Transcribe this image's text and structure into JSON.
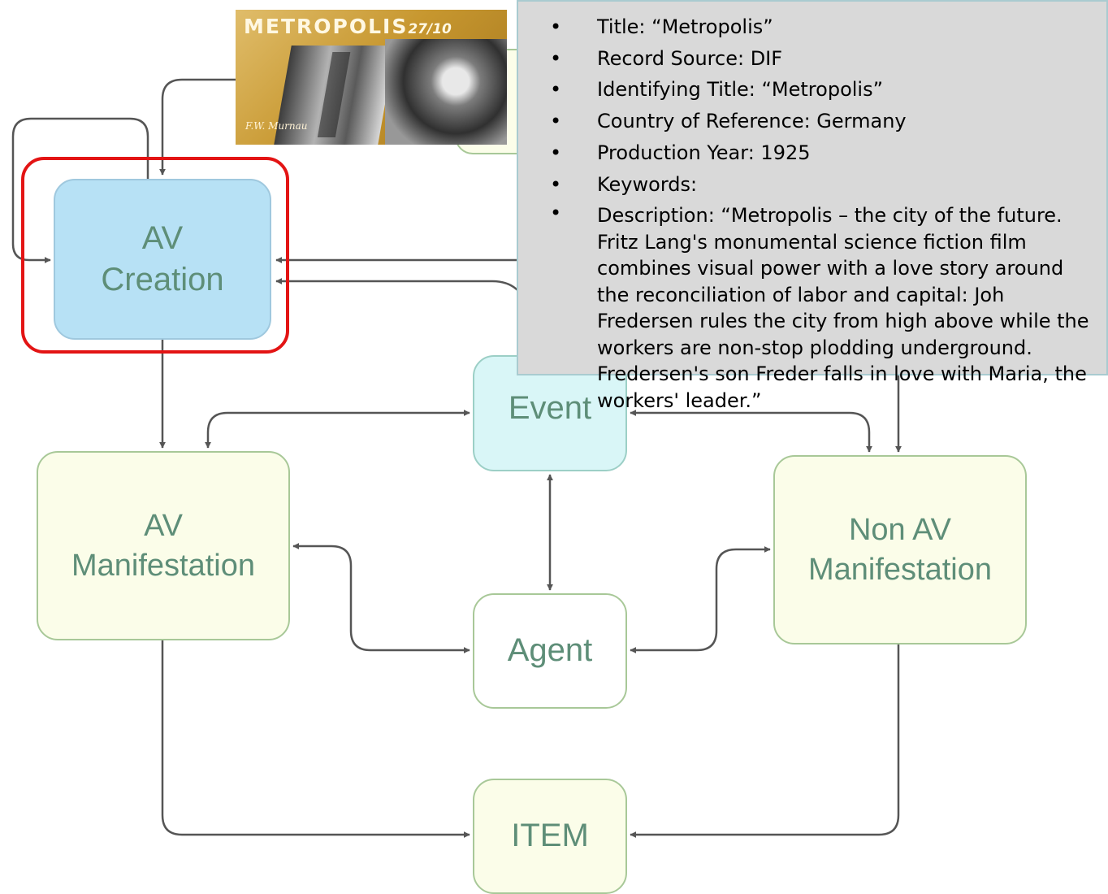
{
  "diagram": {
    "nodes": {
      "av_creation": [
        "AV",
        "Creation"
      ],
      "event": "Event",
      "av_manifestation": [
        "AV",
        "Manifestation"
      ],
      "non_av_manifestation": [
        "Non AV",
        "Manifestation"
      ],
      "agent": "Agent",
      "item": "ITEM"
    },
    "highlighted_node": "AV Creation",
    "colors": {
      "highlight": "#e31414",
      "av_creation_fill": "#b7e1f5",
      "event_fill": "#d9f6f7",
      "manifestation_fill": "#fbfde9",
      "node_text": "#5e8e78",
      "connector": "#555555"
    }
  },
  "poster": {
    "title": "METROPOLIS",
    "date": "27/10",
    "signature": "F.W. Murnau"
  },
  "info_panel": {
    "items": [
      "Title: “Metropolis”",
      "Record Source: DIF",
      "Identifying Title: “Metropolis”",
      "Country of Reference: Germany",
      "Production Year: 1925",
      "Keywords:",
      "Description: “Metropolis – the city of the future. Fritz Lang's monumental science fiction film combines visual power with a love story around the reconciliation of labor and capital: Joh Fredersen rules the city from high above while the workers are non-stop plodding underground. Fredersen's son Freder falls in love with Maria, the workers' leader.”"
    ]
  }
}
